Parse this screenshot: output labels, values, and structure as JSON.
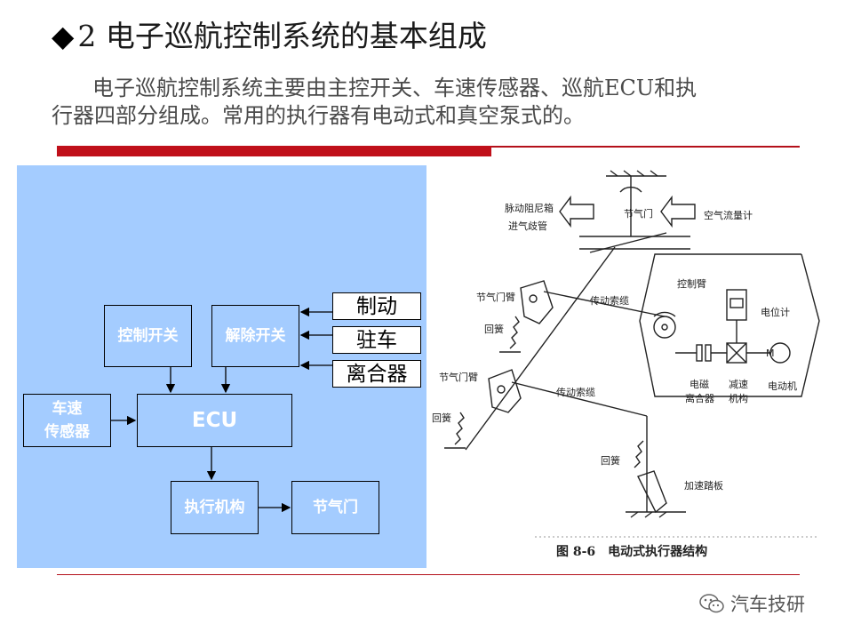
{
  "slide": {
    "title_marker": "◆",
    "title": "2 电子巡航控制系统的基本组成",
    "intro_line1": "电子巡航控制系统主要由主控开关、车速传感器、巡航ECU和执",
    "intro_line2": "行器四部分组成。常用的执行器有电动式和真空泵式的。"
  },
  "block_diagram": {
    "control_switch": "控制开关",
    "release_switch": "解除开关",
    "brake": "制动",
    "park": "驻车",
    "clutch": "离合器",
    "speed_sensor_l1": "车速",
    "speed_sensor_l2": "传感器",
    "ecu": "ECU",
    "actuator": "执行机构",
    "throttle": "节气门"
  },
  "figure": {
    "caption": "图 8-6　电动式执行器结构",
    "labels": {
      "damper_box_l1": "脉动阻尼箱",
      "damper_box_l2": "进气歧管",
      "throttle_valve": "节气门",
      "airflow_meter": "空气流量计",
      "control_arm": "控制臂",
      "throttle_arm_1": "节气门臂",
      "drive_cable_1": "传动索缆",
      "potentiometer": "电位计",
      "return_spring_1": "回簧",
      "magnetic_clutch_l1": "电磁",
      "magnetic_clutch_l2": "离合器",
      "reducer_l1": "减速",
      "reducer_l2": "机构",
      "motor": "电动机",
      "motor_symbol": "M",
      "throttle_arm_2": "节气门臂",
      "drive_cable_2": "传动索缆",
      "return_spring_2": "回簧",
      "return_spring_3": "回簧",
      "accel_pedal": "加速踏板"
    }
  },
  "watermark": "汽车技研"
}
